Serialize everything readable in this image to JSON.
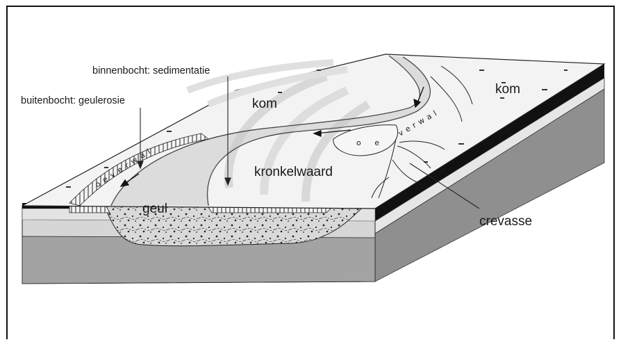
{
  "labels": {
    "inner_bend": "binnenbocht: sedimentatie",
    "outer_bend": "buitenbocht: geulerosie",
    "basin_left": "kom",
    "basin_right": "kom",
    "point_bar": "kronkelwaard",
    "channel": "geul",
    "crevasse": "crevasse",
    "levee_left": "oeverwal",
    "levee_right_1": "o e",
    "levee_right_2": "verwal"
  },
  "colors": {
    "ink": "#1a1a1a",
    "top_surface": "#f2f2f2",
    "top_band": "#dcdcdc",
    "layer_light": "#d6d6d6",
    "layer_mid": "#bdbdbd",
    "layer_dark": "#9e9e9e",
    "side_light": "#cfcfcf",
    "side_dark": "#8f8f8f",
    "clay_black": "#111111"
  }
}
